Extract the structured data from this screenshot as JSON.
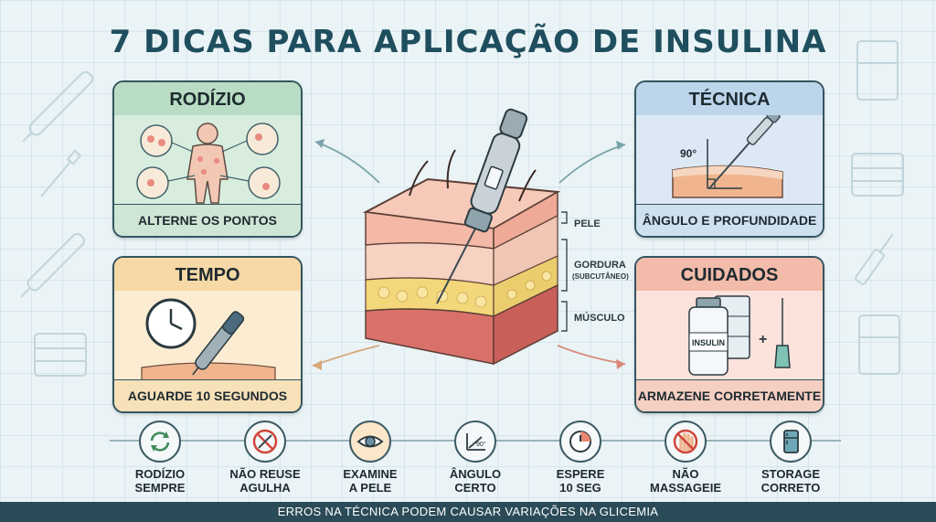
{
  "title": "7 DICAS PARA APLICAÇÃO DE INSULINA",
  "cards": {
    "rodizio": {
      "header": "RODÍZIO",
      "footer": "ALTERNE OS PONTOS"
    },
    "tecnica": {
      "header": "TÉCNICA",
      "footer": "ÂNGULO E PROFUNDIDADE",
      "angle_label": "90°"
    },
    "tempo": {
      "header": "TEMPO",
      "footer": "AGUARDE 10 SEGUNDOS"
    },
    "cuidados": {
      "header": "CUIDADOS",
      "footer": "ARMAZENE CORRETAMENTE",
      "vial_label": "INSULIN"
    }
  },
  "skin_layers": {
    "pele": "PELE",
    "gordura": "GORDURA",
    "gordura_sub": "(SUBCUTÂNEO)",
    "musculo": "MÚSCULO"
  },
  "tips": [
    {
      "label": "RODÍZIO\nSEMPRE",
      "icon": "cycle-icon"
    },
    {
      "label": "NÃO REUSE\nAGULHA",
      "icon": "no-needle-icon"
    },
    {
      "label": "EXAMINE\nA PELE",
      "icon": "eye-icon"
    },
    {
      "label": "ÂNGULO\nCERTO",
      "icon": "angle-icon",
      "angle": "90°"
    },
    {
      "label": "ESPERE\n10 SEG",
      "icon": "timer-icon"
    },
    {
      "label": "NÃO\nMASSAGEIE",
      "icon": "no-massage-icon"
    },
    {
      "label": "STORAGE\nCORRETO",
      "icon": "fridge-icon"
    }
  ],
  "footer": "ERROS NA TÉCNICA PODEM CAUSAR VARIAÇÕES NA GLICEMIA",
  "colors": {
    "title": "#1f4f5e",
    "rodizio": "#b9dcc4",
    "tecnica": "#bcd5ea",
    "tempo": "#f6d9a6",
    "cuidados": "#f3bba9",
    "footer_bar": "#2a4b57"
  }
}
